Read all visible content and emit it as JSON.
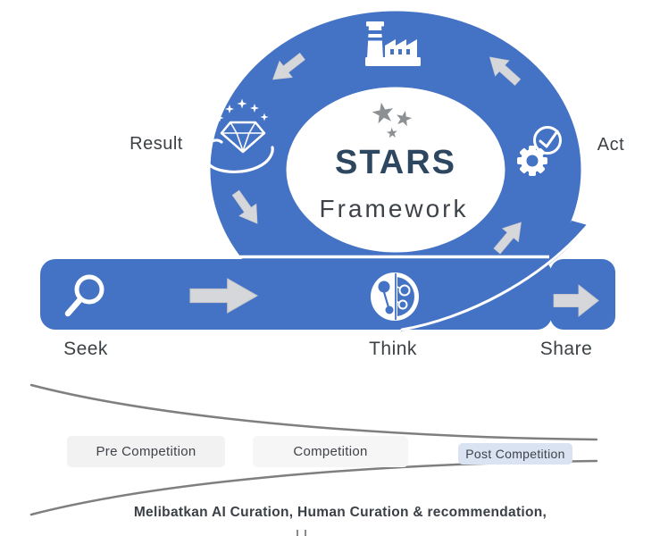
{
  "diagram": {
    "center": {
      "title": "STARS",
      "subtitle": "Framework"
    },
    "stages": {
      "seek": "Seek",
      "think": "Think",
      "share": "Share",
      "act": "Act",
      "result": "Result"
    },
    "phases": [
      {
        "label": "Pre Competition"
      },
      {
        "label": "Competition"
      },
      {
        "label": "Post Competition"
      }
    ],
    "footer_line": "Melibatkan AI Curation, Human Curation & recommendation,",
    "icons": [
      {
        "name": "magnifier-icon",
        "stage": "Seek"
      },
      {
        "name": "circuit-brain-icon",
        "stage": "Think"
      },
      {
        "name": "gear-clock-icon",
        "stage": "Act"
      },
      {
        "name": "factory-icon",
        "stage": "loop-top"
      },
      {
        "name": "hand-diamond-icon",
        "stage": "Result"
      },
      {
        "name": "three-stars-icon",
        "stage": "center"
      }
    ],
    "colors": {
      "loop_blue": "#4472C4",
      "arrow_gray": "#D5D7DA",
      "title_navy": "#2E4760",
      "text_dark": "#3C4145",
      "star_gray": "#8D9093",
      "funnel_gray": "#7F7F7F",
      "phase_box_bg": "#F2F2F2",
      "post_phase_bg": "#DAE3F1"
    }
  }
}
